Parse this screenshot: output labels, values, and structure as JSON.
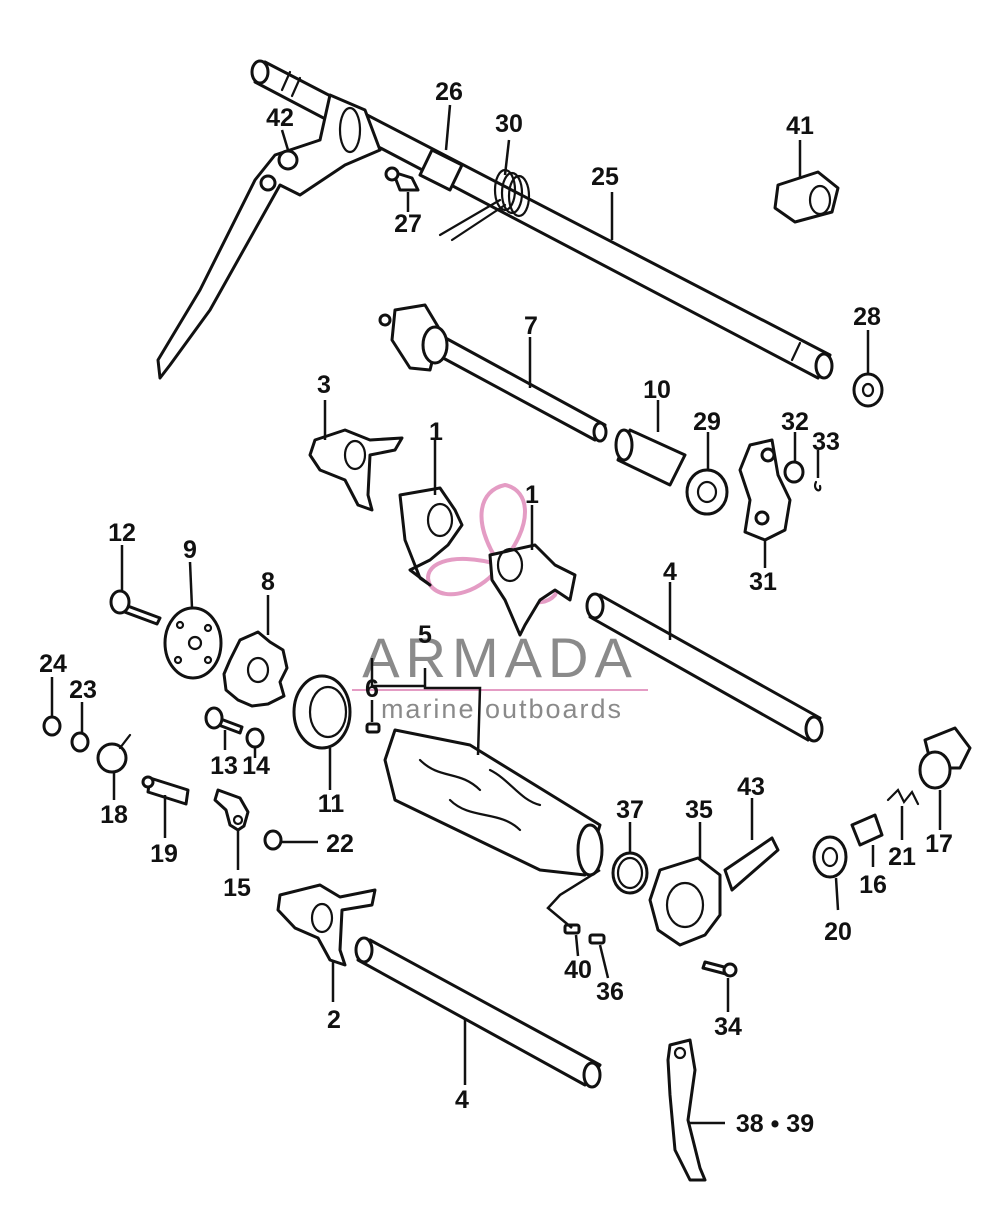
{
  "watermark": {
    "brand": "ARMADA",
    "tagline": "marine outboards",
    "accent_color": "#e49cc4",
    "text_color": "#8a8a8a"
  },
  "diagram": {
    "line_color": "#111111",
    "background": "#ffffff",
    "callouts": [
      "26",
      "30",
      "42",
      "25",
      "41",
      "27",
      "7",
      "28",
      "3",
      "10",
      "29",
      "32",
      "33",
      "1",
      "1",
      "31",
      "12",
      "9",
      "8",
      "4",
      "5",
      "6",
      "24",
      "23",
      "13",
      "14",
      "11",
      "18",
      "19",
      "22",
      "15",
      "37",
      "35",
      "43",
      "17",
      "21",
      "16",
      "20",
      "40",
      "36",
      "34",
      "2",
      "4",
      "38 • 39"
    ]
  }
}
